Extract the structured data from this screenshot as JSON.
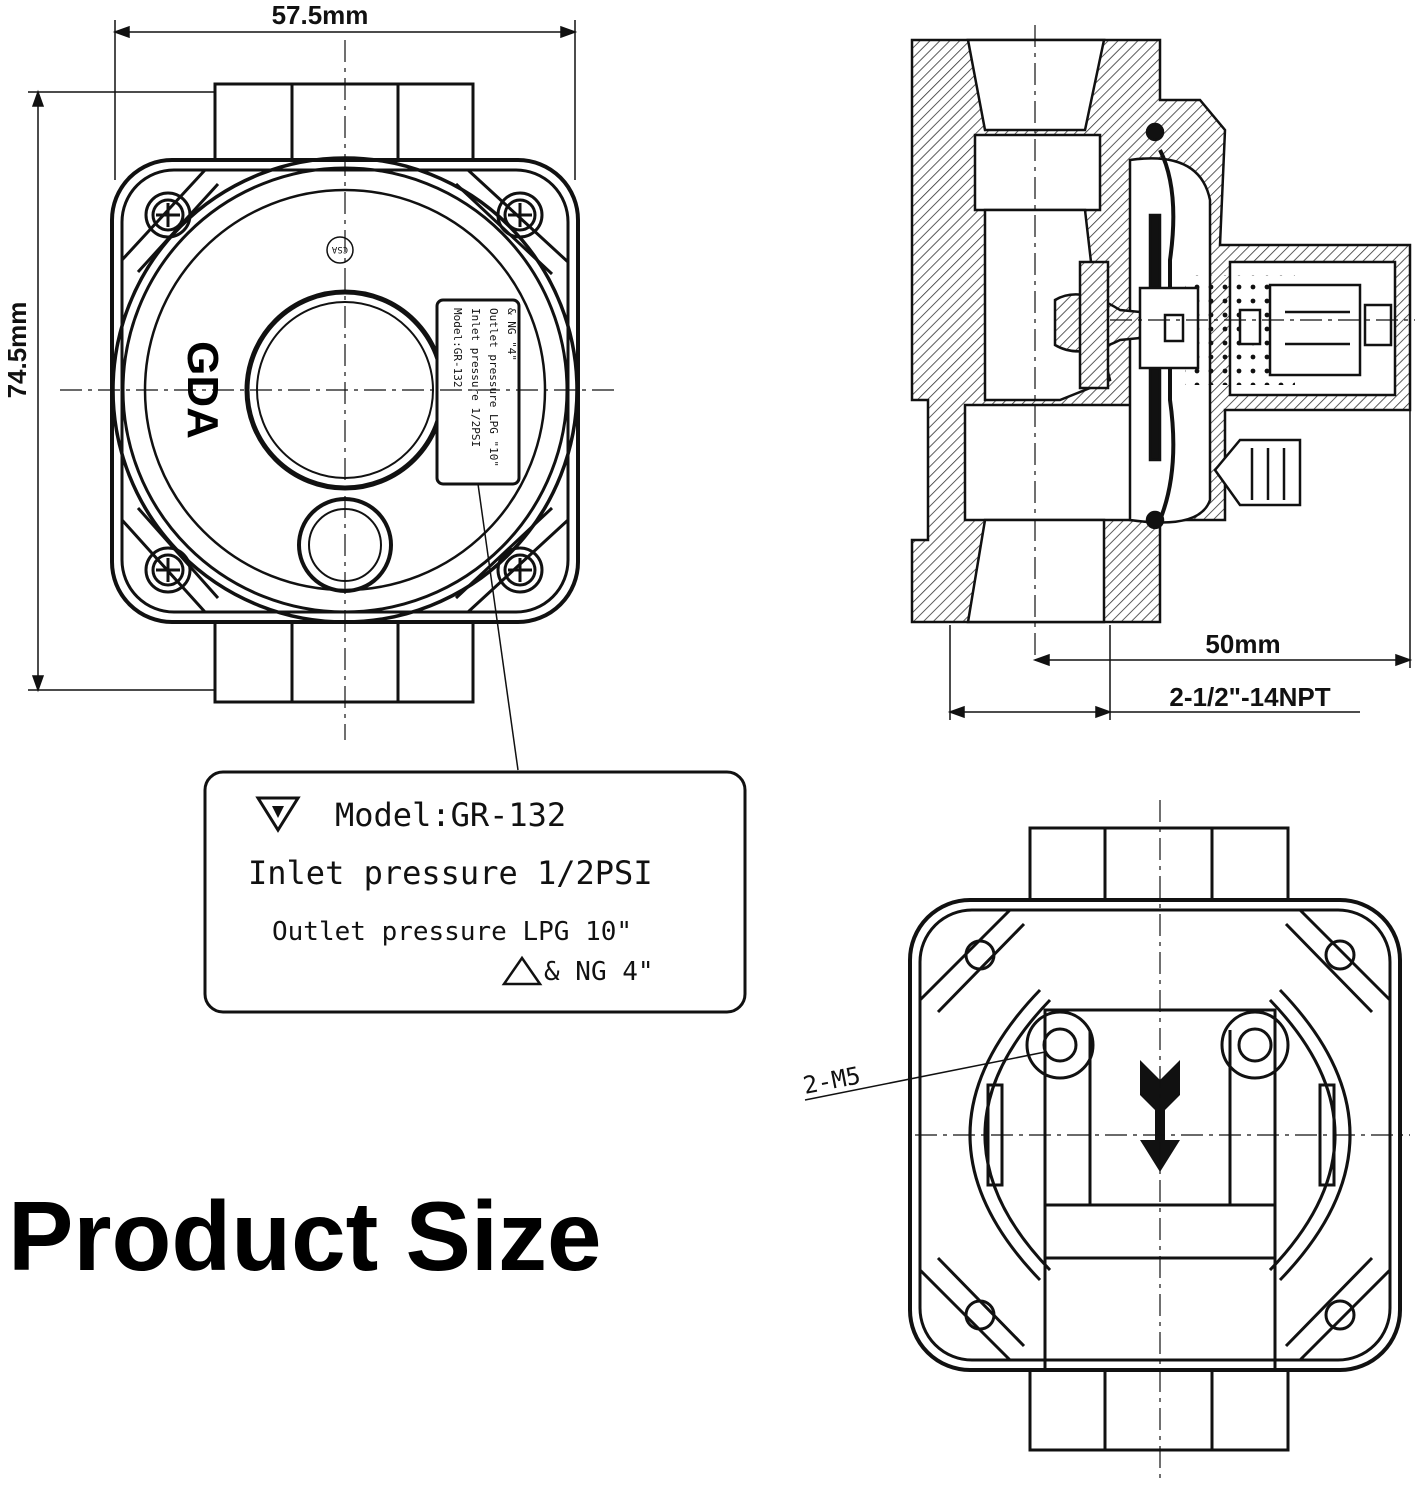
{
  "dimensions": {
    "width_label": "57.5mm",
    "height_label": "74.5mm",
    "depth_label": "50mm",
    "thread_label": "2-1/2\"-14NPT",
    "bolt_label": "2-M5"
  },
  "brand": "GDA",
  "small_label": {
    "line1": "Model:GR-132",
    "line2": "Inlet pressure 1/2PSI",
    "line3": "Outlet pressure LPG \"10\"",
    "line4": "& NG \"4\""
  },
  "callout_label": {
    "model": "Model:GR-132",
    "inlet": "Inlet pressure 1/2PSI",
    "outlet": "Outlet pressure  LPG 10\"",
    "ng": "& NG 4\""
  },
  "cert_mark": "CSA",
  "caption": "Product Size",
  "colors": {
    "line": "#111111",
    "hatch": "#333333",
    "background": "#ffffff"
  }
}
